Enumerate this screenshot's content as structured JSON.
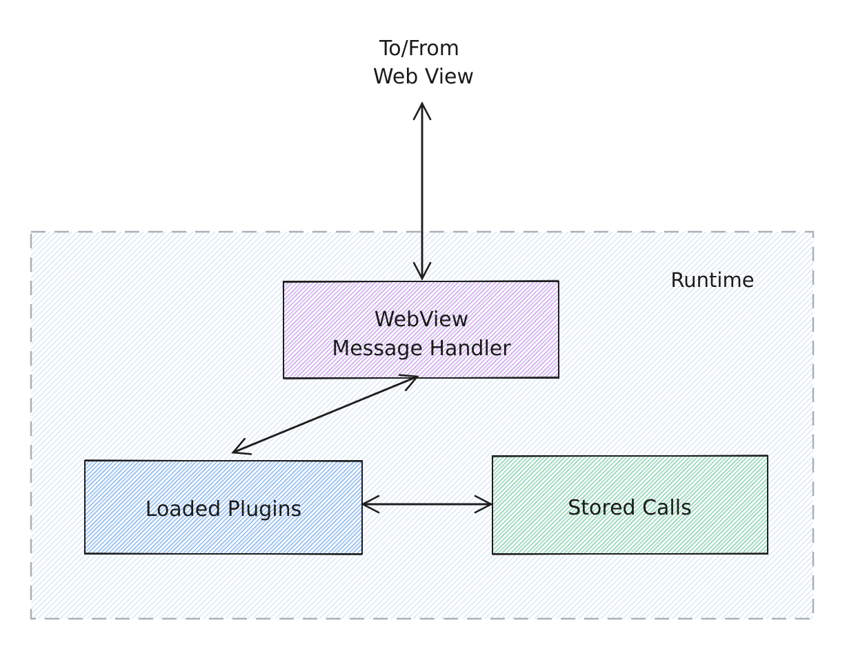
{
  "external_label": {
    "line1": "To/From",
    "line2": "Web View"
  },
  "runtime": {
    "label": "Runtime"
  },
  "nodes": {
    "webview_message_handler": {
      "line1": "WebView",
      "line2": "Message Handler"
    },
    "loaded_plugins": {
      "label": "Loaded Plugins"
    },
    "stored_calls": {
      "label": "Stored Calls"
    }
  },
  "edges": [
    {
      "from": "Web View (external)",
      "to": "WebView Message Handler",
      "style": "bidirectional-arrow"
    },
    {
      "from": "WebView Message Handler",
      "to": "Loaded Plugins",
      "style": "bidirectional-arrow"
    },
    {
      "from": "Loaded Plugins",
      "to": "Stored Calls",
      "style": "bidirectional-arrow"
    }
  ],
  "colors": {
    "stroke": "#1e1e1e",
    "text": "#1b1b1b",
    "container_border": "#a9b0b8",
    "container_hatch": "#d4e3f5",
    "violet_hatch": "#cf9de8",
    "blue_hatch": "#7fb1ed",
    "green_hatch": "#83d3a1",
    "background": "#ffffff"
  }
}
